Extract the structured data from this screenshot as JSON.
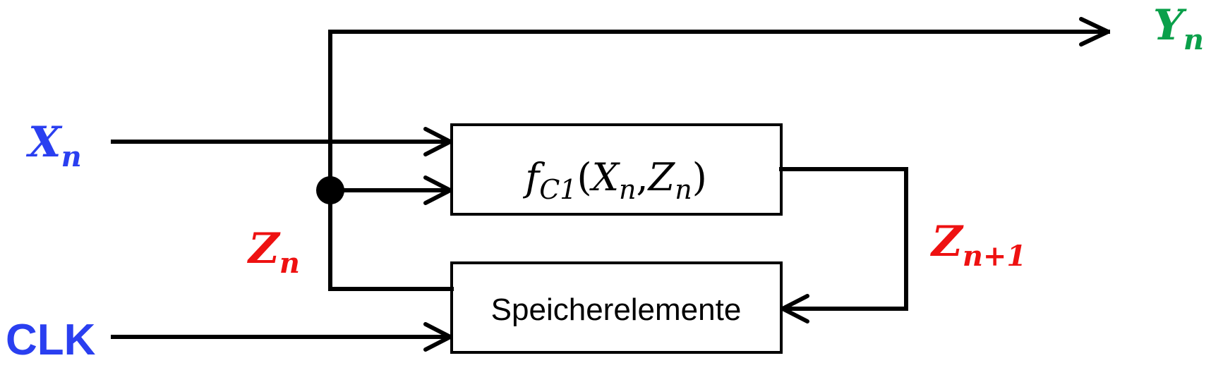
{
  "signals": {
    "input": {
      "main": "X",
      "sub": "n",
      "color": "#2a3ff0"
    },
    "output": {
      "main": "Y",
      "sub": "n",
      "color": "#0aa04a"
    },
    "state": {
      "main": "Z",
      "sub": "n",
      "color": "#ee1111"
    },
    "next_state": {
      "main": "Z",
      "sub": "n+1",
      "color": "#ee1111"
    },
    "clock": {
      "label": "CLK",
      "color": "#2a3ff0"
    }
  },
  "blocks": {
    "logic": {
      "func": "f",
      "func_sub": "C1",
      "open": "(",
      "arg1_main": "X",
      "arg1_sub": "n",
      "comma": ",",
      "arg2_main": "Z",
      "arg2_sub": "n",
      "close": ")"
    },
    "memory": {
      "label": "Speicherelemente"
    }
  }
}
